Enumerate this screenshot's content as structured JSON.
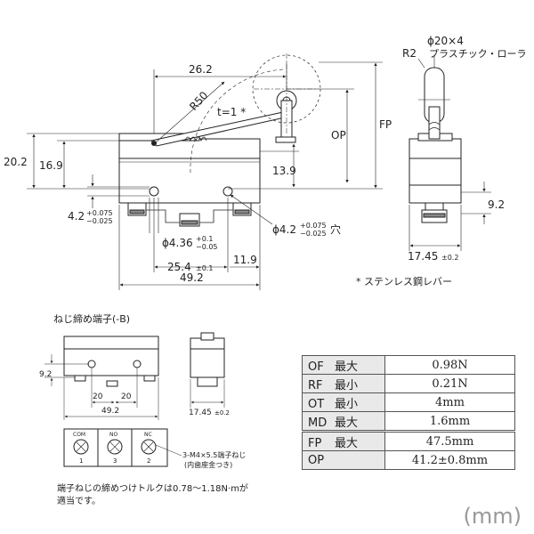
{
  "main_view": {
    "dims": {
      "d_26_2": "26.2",
      "r50": "R50",
      "t1": "t=1 *",
      "op": "OP",
      "fp": "FP",
      "d_20_2": "20.2",
      "d_16_9": "16.9",
      "d_13_9": "13.9",
      "d_25_4": "25.4",
      "d_25_4_tol": "±0.1",
      "d_11_9": "11.9",
      "d_49_2": "49.2"
    },
    "hole_left": {
      "base": "4.2",
      "tol_upper": "+0.075",
      "tol_lower": "−0.025"
    },
    "hole_mid": {
      "base": "ϕ4.36",
      "tol_upper": "+0.1",
      "tol_lower": "−0.05"
    },
    "hole_right": {
      "base": "ϕ4.2",
      "tol_upper": "+0.075",
      "tol_lower": "−0.025",
      "suffix": "穴"
    }
  },
  "side_view": {
    "roller_label": "ϕ20×4",
    "r2_label": "R2",
    "roller_material": "プラスチック・ローラ",
    "d_9_2": "9.2",
    "d_17_45": "17.45",
    "d_17_45_tol": "±0.2"
  },
  "lever_note": "* ステンレス鋼レバー",
  "screw_terminal": {
    "title": "ねじ締め端子(-B)",
    "d_9_2": "9.2",
    "d_20_a": "20",
    "d_20_b": "20",
    "d_49_2": "49.2",
    "d_17_45": "17.45",
    "d_17_45_tol": "±0.2",
    "terminals": [
      {
        "top": "COM",
        "bottom": "1"
      },
      {
        "top": "NO",
        "bottom": "3"
      },
      {
        "top": "NC",
        "bottom": "2"
      }
    ],
    "screw_note_1": "3-M4×5.5端子ねじ",
    "screw_note_2": "(内歯座金つき)",
    "torque_note_1": "端子ねじの締めつけトルクは0.78～1.18N·mが",
    "torque_note_2": "適当です。"
  },
  "spec_table": [
    {
      "code": "OF",
      "qual": "最大",
      "value": "0.98N"
    },
    {
      "code": "RF",
      "qual": "最小",
      "value": "0.21N"
    },
    {
      "code": "OT",
      "qual": "最小",
      "value": "4mm"
    },
    {
      "code": "MD",
      "qual": "最大",
      "value": "1.6mm"
    },
    {
      "code": "FP",
      "qual": "最大",
      "value": "47.5mm"
    },
    {
      "code": "OP",
      "qual": "",
      "value": "41.2±0.8mm"
    }
  ],
  "unit": "(mm)"
}
